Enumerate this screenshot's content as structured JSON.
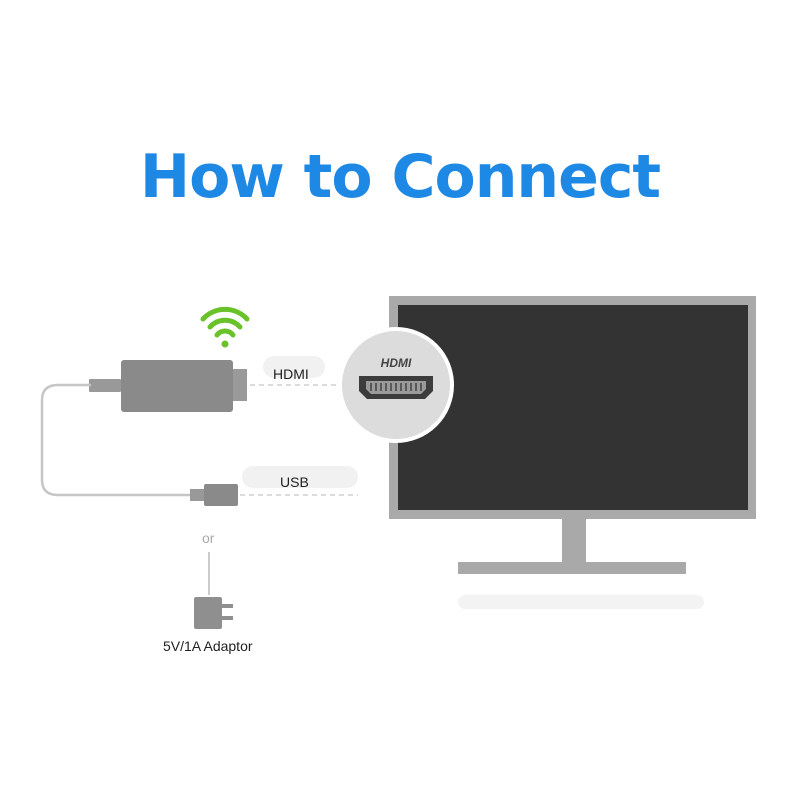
{
  "title": "How to Connect",
  "labels": {
    "hdmi": "HDMI",
    "usb": "USB",
    "or": "or",
    "adaptor": "5V/1A Adaptor",
    "port_hdmi": "HDMI"
  },
  "icons": {
    "wifi": "wifi-icon",
    "dongle": "hdmi-dongle-icon",
    "tv": "monitor-icon",
    "adaptor": "power-adaptor-icon"
  },
  "colors": {
    "title": "#1e88e5",
    "wifi": "#6ac22a",
    "device": "#8a8a8a",
    "screen": "#333333",
    "frame": "#a9a9a9"
  }
}
